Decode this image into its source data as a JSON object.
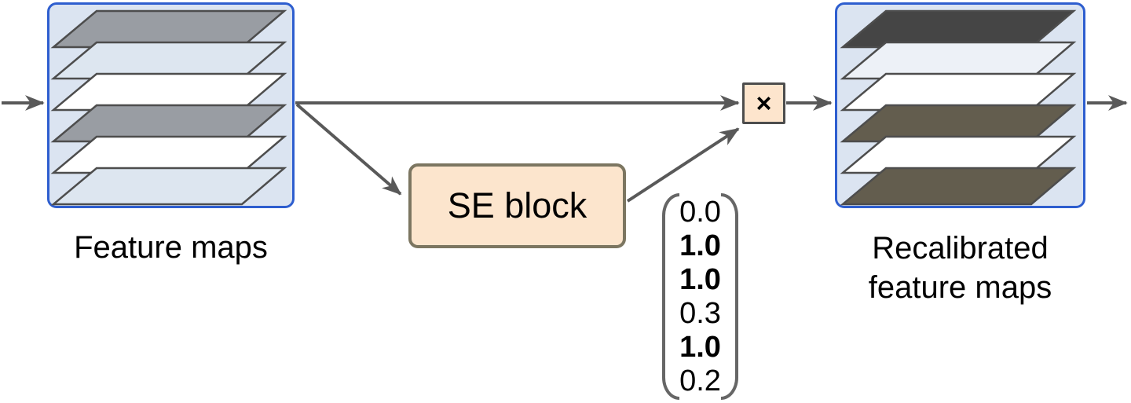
{
  "colors": {
    "box_border_blue": "#2e5ecf",
    "box_fill_blue": "#dbe4f1",
    "arrow_gray": "#595959",
    "se_fill": "#fce5cd",
    "se_border": "#7c7661",
    "mult_fill": "#fde5cd",
    "mult_border": "#4d4d4d"
  },
  "left_box": {
    "label": "Feature maps",
    "layers": [
      "#999da3",
      "#dde6f0",
      "#ffffff",
      "#999da3",
      "#ffffff",
      "#dde6f0"
    ]
  },
  "se_block": {
    "label": "SE block"
  },
  "multiply": {
    "symbol": "×"
  },
  "scale_vector": {
    "items": [
      {
        "value": "0.0",
        "bold": false
      },
      {
        "value": "1.0",
        "bold": true
      },
      {
        "value": "1.0",
        "bold": true
      },
      {
        "value": "0.3",
        "bold": false
      },
      {
        "value": "1.0",
        "bold": true
      },
      {
        "value": "0.2",
        "bold": false
      }
    ]
  },
  "right_box": {
    "label": "Recalibrated feature maps",
    "layers": [
      "#454545",
      "#edf1f7",
      "#ffffff",
      "#635d4e",
      "#ffffff",
      "#635d4e"
    ]
  }
}
